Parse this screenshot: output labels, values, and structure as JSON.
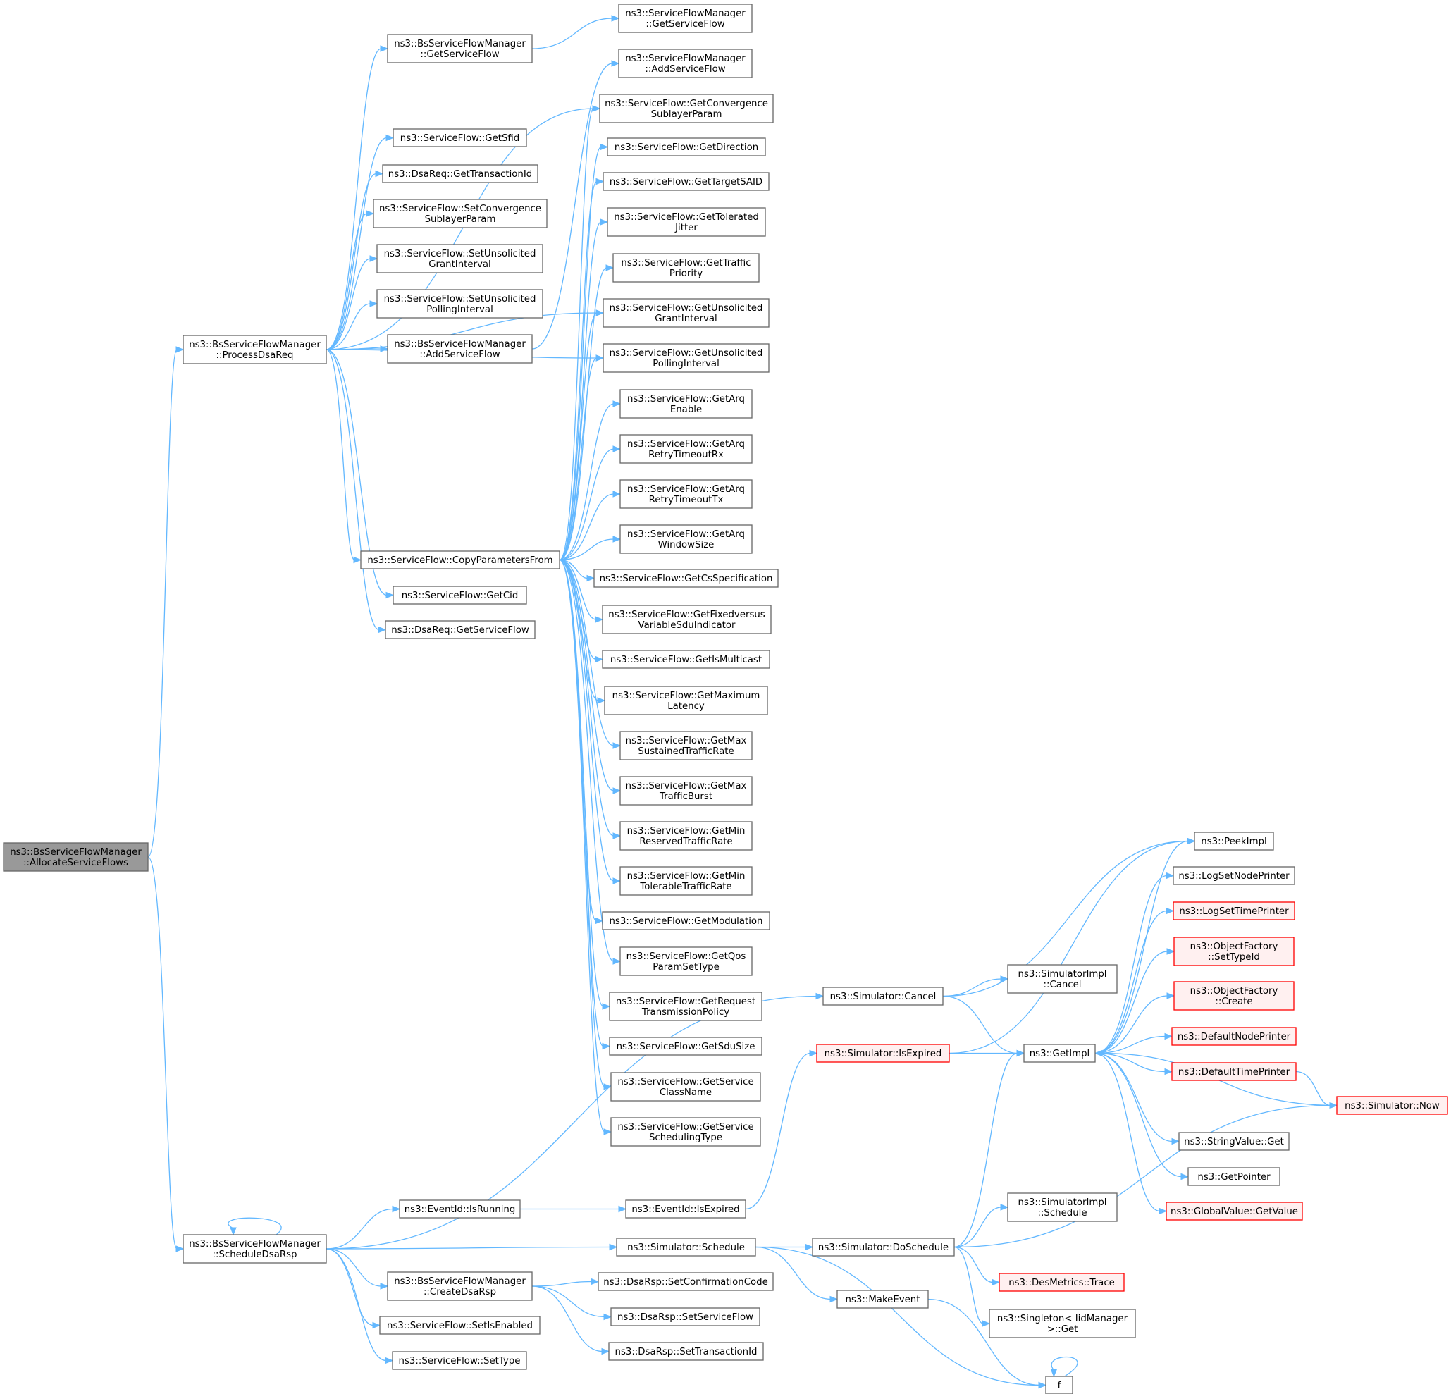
{
  "colors": {
    "edge": "#63b8ff",
    "border": "#666666",
    "root_fill": "#999999",
    "red_border": "#ff0000",
    "red_fill": "#fff0f0"
  },
  "nodes": {
    "root": [
      "ns3::BsServiceFlowManager",
      "::AllocateServiceFlows"
    ],
    "processDsaReq": [
      "ns3::BsServiceFlowManager",
      "::ProcessDsaReq"
    ],
    "scheduleDsaRsp": [
      "ns3::BsServiceFlowManager",
      "::ScheduleDsaRsp"
    ],
    "bsGetServiceFlow": [
      "ns3::BsServiceFlowManager",
      "::GetServiceFlow"
    ],
    "sfGetSfid": [
      "ns3::ServiceFlow::GetSfid"
    ],
    "dsaReqGetTransactionId": [
      "ns3::DsaReq::GetTransactionId"
    ],
    "sfSetConvergence": [
      "ns3::ServiceFlow::SetConvergence",
      "SublayerParam"
    ],
    "sfSetUnsolicitedGrant": [
      "ns3::ServiceFlow::SetUnsolicited",
      "GrantInterval"
    ],
    "sfSetUnsolicitedPolling": [
      "ns3::ServiceFlow::SetUnsolicited",
      "PollingInterval"
    ],
    "bsAddServiceFlow": [
      "ns3::BsServiceFlowManager",
      "::AddServiceFlow"
    ],
    "copyParametersFrom": [
      "ns3::ServiceFlow::CopyParametersFrom"
    ],
    "sfGetCid": [
      "ns3::ServiceFlow::GetCid"
    ],
    "dsaReqGetServiceFlow": [
      "ns3::DsaReq::GetServiceFlow"
    ],
    "sfmGetServiceFlow": [
      "ns3::ServiceFlowManager",
      "::GetServiceFlow"
    ],
    "sfmAddServiceFlow": [
      "ns3::ServiceFlowManager",
      "::AddServiceFlow"
    ],
    "getConvergence": [
      "ns3::ServiceFlow::GetConvergence",
      "SublayerParam"
    ],
    "getDirection": [
      "ns3::ServiceFlow::GetDirection"
    ],
    "getTargetSAID": [
      "ns3::ServiceFlow::GetTargetSAID"
    ],
    "getToleratedJitter": [
      "ns3::ServiceFlow::GetTolerated",
      "Jitter"
    ],
    "getTrafficPriority": [
      "ns3::ServiceFlow::GetTraffic",
      "Priority"
    ],
    "getUnsolicitedGrant": [
      "ns3::ServiceFlow::GetUnsolicited",
      "GrantInterval"
    ],
    "getUnsolicitedPolling": [
      "ns3::ServiceFlow::GetUnsolicited",
      "PollingInterval"
    ],
    "getArqEnable": [
      "ns3::ServiceFlow::GetArq",
      "Enable"
    ],
    "getArqRetryRx": [
      "ns3::ServiceFlow::GetArq",
      "RetryTimeoutRx"
    ],
    "getArqRetryTx": [
      "ns3::ServiceFlow::GetArq",
      "RetryTimeoutTx"
    ],
    "getArqWindow": [
      "ns3::ServiceFlow::GetArq",
      "WindowSize"
    ],
    "getCsSpec": [
      "ns3::ServiceFlow::GetCsSpecification"
    ],
    "getFixedVersus": [
      "ns3::ServiceFlow::GetFixedversus",
      "VariableSduIndicator"
    ],
    "getIsMulticast": [
      "ns3::ServiceFlow::GetIsMulticast"
    ],
    "getMaxLatency": [
      "ns3::ServiceFlow::GetMaximum",
      "Latency"
    ],
    "getMaxSustained": [
      "ns3::ServiceFlow::GetMax",
      "SustainedTrafficRate"
    ],
    "getMaxBurst": [
      "ns3::ServiceFlow::GetMax",
      "TrafficBurst"
    ],
    "getMinReserved": [
      "ns3::ServiceFlow::GetMin",
      "ReservedTrafficRate"
    ],
    "getMinTolerable": [
      "ns3::ServiceFlow::GetMin",
      "TolerableTrafficRate"
    ],
    "getModulation": [
      "ns3::ServiceFlow::GetModulation"
    ],
    "getQos": [
      "ns3::ServiceFlow::GetQos",
      "ParamSetType"
    ],
    "getRequestTx": [
      "ns3::ServiceFlow::GetRequest",
      "TransmissionPolicy"
    ],
    "getSduSize": [
      "ns3::ServiceFlow::GetSduSize"
    ],
    "getServiceClass": [
      "ns3::ServiceFlow::GetService",
      "ClassName"
    ],
    "getServiceSched": [
      "ns3::ServiceFlow::GetService",
      "SchedulingType"
    ],
    "eventIsRunning": [
      "ns3::EventId::IsRunning"
    ],
    "bsCreateDsaRsp": [
      "ns3::BsServiceFlowManager",
      "::CreateDsaRsp"
    ],
    "sfSetIsEnabled": [
      "ns3::ServiceFlow::SetIsEnabled"
    ],
    "sfSetType": [
      "ns3::ServiceFlow::SetType"
    ],
    "simSchedule": [
      "ns3::Simulator::Schedule"
    ],
    "eventIsExpired": [
      "ns3::EventId::IsExpired"
    ],
    "simCancel": [
      "ns3::Simulator::Cancel"
    ],
    "simIsExpired": [
      "ns3::Simulator::IsExpired"
    ],
    "dsaRspSetConfirmation": [
      "ns3::DsaRsp::SetConfirmationCode"
    ],
    "dsaRspSetServiceFlow": [
      "ns3::DsaRsp::SetServiceFlow"
    ],
    "dsaRspSetTransactionId": [
      "ns3::DsaRsp::SetTransactionId"
    ],
    "simDoSchedule": [
      "ns3::Simulator::DoSchedule"
    ],
    "makeEvent": [
      "ns3::MakeEvent"
    ],
    "simImplCancel": [
      "ns3::SimulatorImpl",
      "::Cancel"
    ],
    "getImpl": [
      "ns3::GetImpl"
    ],
    "simImplSchedule": [
      "ns3::SimulatorImpl",
      "::Schedule"
    ],
    "desMetricsTrace": [
      "ns3::DesMetrics::Trace"
    ],
    "singletonGet": [
      "ns3::Singleton< IidManager",
      ">::Get"
    ],
    "f": [
      "f"
    ],
    "peekImpl": [
      "ns3::PeekImpl"
    ],
    "logSetNodePrinter": [
      "ns3::LogSetNodePrinter"
    ],
    "logSetTimePrinter": [
      "ns3::LogSetTimePrinter"
    ],
    "objFactorySetTypeId": [
      "ns3::ObjectFactory",
      "::SetTypeId"
    ],
    "objFactoryCreate": [
      "ns3::ObjectFactory",
      "::Create"
    ],
    "defaultNodePrinter": [
      "ns3::DefaultNodePrinter"
    ],
    "defaultTimePrinter": [
      "ns3::DefaultTimePrinter"
    ],
    "simNow": [
      "ns3::Simulator::Now"
    ],
    "stringValueGet": [
      "ns3::StringValue::Get"
    ],
    "getPointer": [
      "ns3::GetPointer"
    ],
    "globalValueGetValue": [
      "ns3::GlobalValue::GetValue"
    ]
  }
}
